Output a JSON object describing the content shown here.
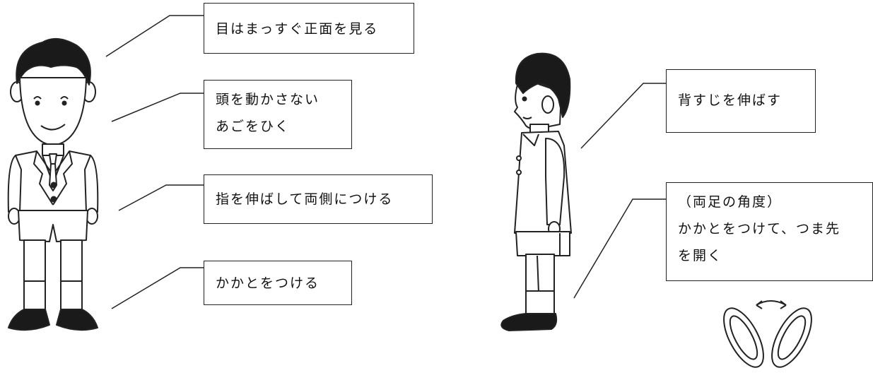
{
  "front": {
    "labels": {
      "eyes": "目はまっすぐ正面を見る",
      "head_1": "頭を動かさない",
      "head_2": "あごをひく",
      "fingers": "指を伸ばして両側につける",
      "heels": "かかとをつける"
    }
  },
  "side": {
    "labels": {
      "back": "背すじを伸ばす",
      "feet_1": "（両足の角度）",
      "feet_2": "かかとをつけて、つま先",
      "feet_3": "を開く"
    }
  }
}
